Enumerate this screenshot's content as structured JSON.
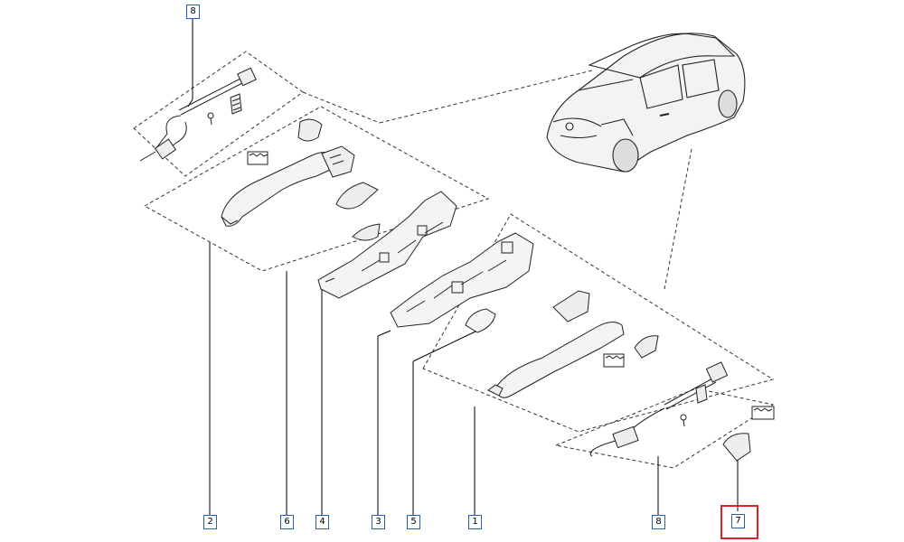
{
  "callouts": {
    "c8_top": "8",
    "c2": "2",
    "c6": "6",
    "c4": "4",
    "c3": "3",
    "c5": "5",
    "c1": "1",
    "c8_bottom": "8",
    "c7": "7"
  },
  "highlighted_part": "7",
  "colors": {
    "callout_border": "#2a5db0",
    "highlight": "#d9232a",
    "line": "#000000"
  }
}
